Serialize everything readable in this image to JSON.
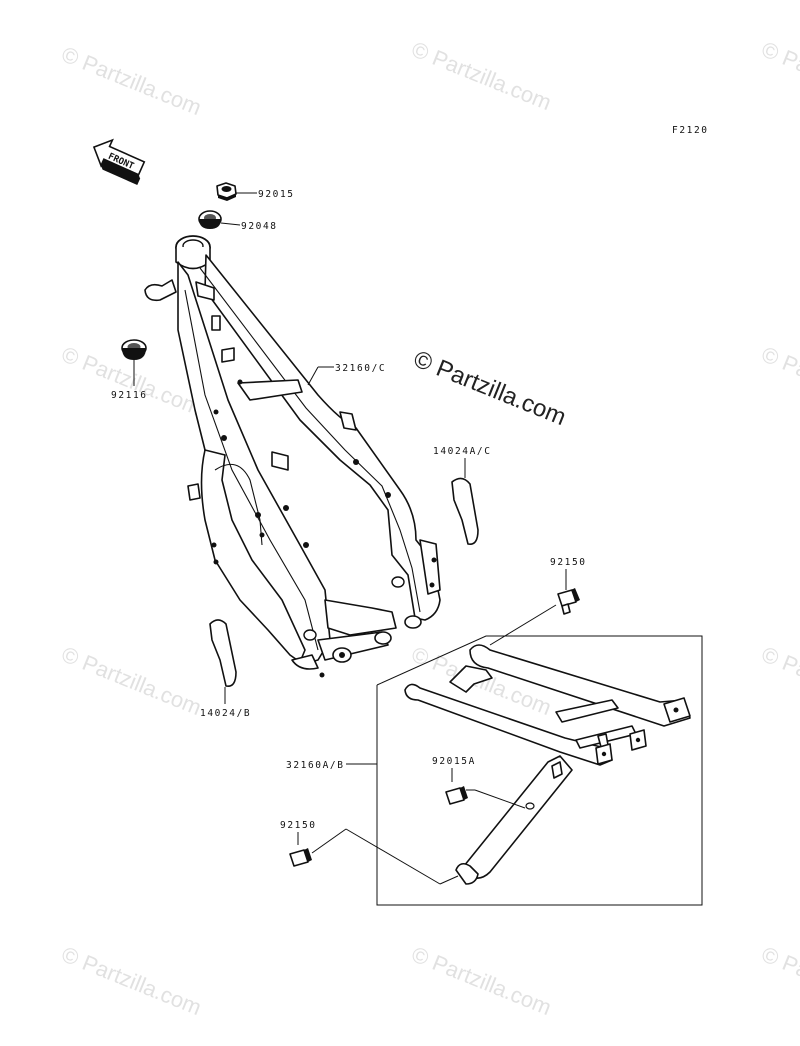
{
  "diagram_code": "F2120",
  "front_label": "FRONT",
  "watermark_text": "© Partzilla.com",
  "center_watermark_text": "© Partzilla.com",
  "callouts": {
    "p92015": "92015",
    "p92048": "92048",
    "p92116": "92116",
    "p32160c": "32160/C",
    "p14024ac": "14024A/C",
    "p14024b": "14024/B",
    "p92150_top": "92150",
    "p32160ab": "32160A/B",
    "p92015a": "92015A",
    "p92150_bottom": "92150"
  },
  "colors": {
    "ink": "#111111",
    "watermark": "#bdbdbd",
    "background": "#ffffff"
  }
}
